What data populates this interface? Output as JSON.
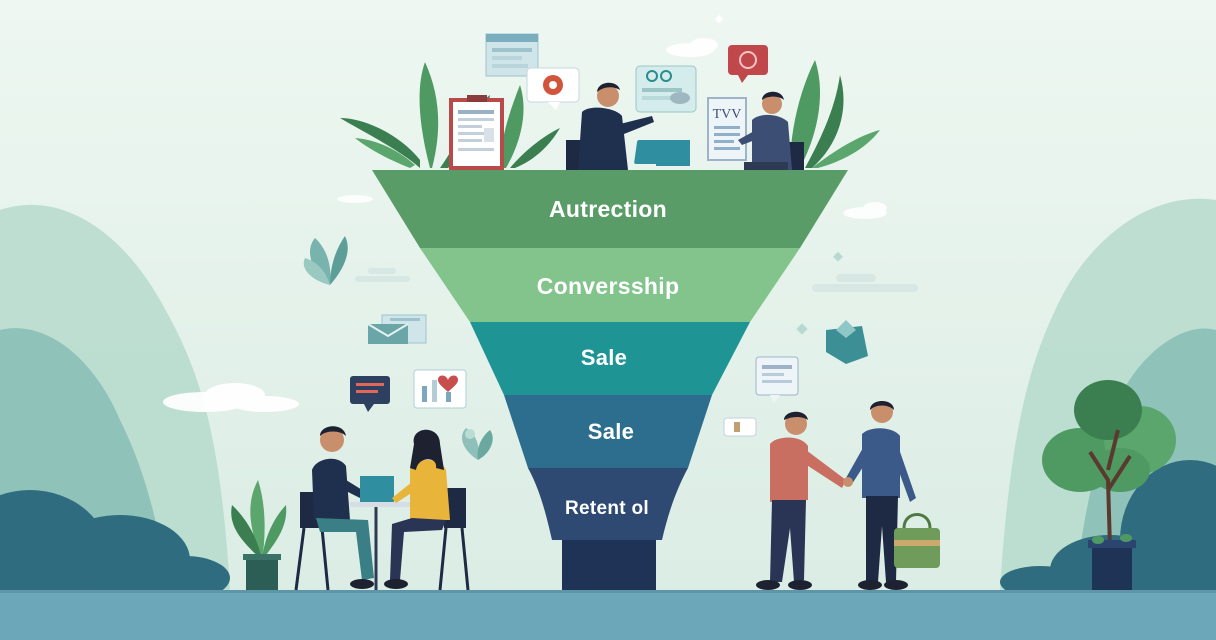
{
  "funnel": {
    "stages": [
      {
        "label": "Autrection",
        "color": "#5a9c68"
      },
      {
        "label": "Conversship",
        "color": "#82c48c"
      },
      {
        "label": "Sale",
        "color": "#1e9494"
      },
      {
        "label": "Sale",
        "color": "#2d6e8e"
      },
      {
        "label": "Retent ol",
        "color": "#2e4a72"
      }
    ],
    "spout_color": "#1f3356"
  },
  "palette": {
    "sky_top": "#e8f4ec",
    "sky_bottom": "#d8ece0",
    "ground": "#6aa6b8",
    "hill_light": "#b9dccf",
    "hill_mid": "#7cb6b0",
    "bush_dark": "#2e6a80",
    "leaf": "#4e9a62",
    "leaf_dark": "#3b7f51",
    "skin": "#c98f6c",
    "hair": "#1e2230"
  },
  "icons": [
    "document-icon",
    "web-page-icon",
    "gear-speech-icon",
    "chat-card-icon",
    "tv-document-icon",
    "laptop-icon",
    "mail-icon",
    "chat-bubble-icon",
    "heart-chart-icon",
    "leaf-icon",
    "handshake-icon",
    "shopping-bag-icon"
  ]
}
